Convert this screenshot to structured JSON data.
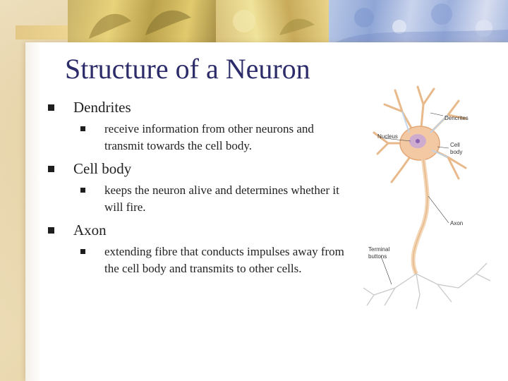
{
  "title": "Structure of a Neuron",
  "bullets": [
    {
      "heading": "Dendrites",
      "detail": "receive information from other neurons and transmit towards the cell body."
    },
    {
      "heading": "Cell body",
      "detail": "keeps the neuron alive and determines whether it will fire."
    },
    {
      "heading": "Axon",
      "detail": "extending fibre that conducts impulses away from the cell body and transmits to other cells."
    }
  ],
  "diagram": {
    "labels": {
      "dendrites": "Dencrites",
      "nucleus": "Nucleus",
      "cell_body_line1": "Cell",
      "cell_body_line2": "body",
      "axon": "Axon",
      "terminal_line1": "Terminal",
      "terminal_line2": "buttons"
    }
  }
}
